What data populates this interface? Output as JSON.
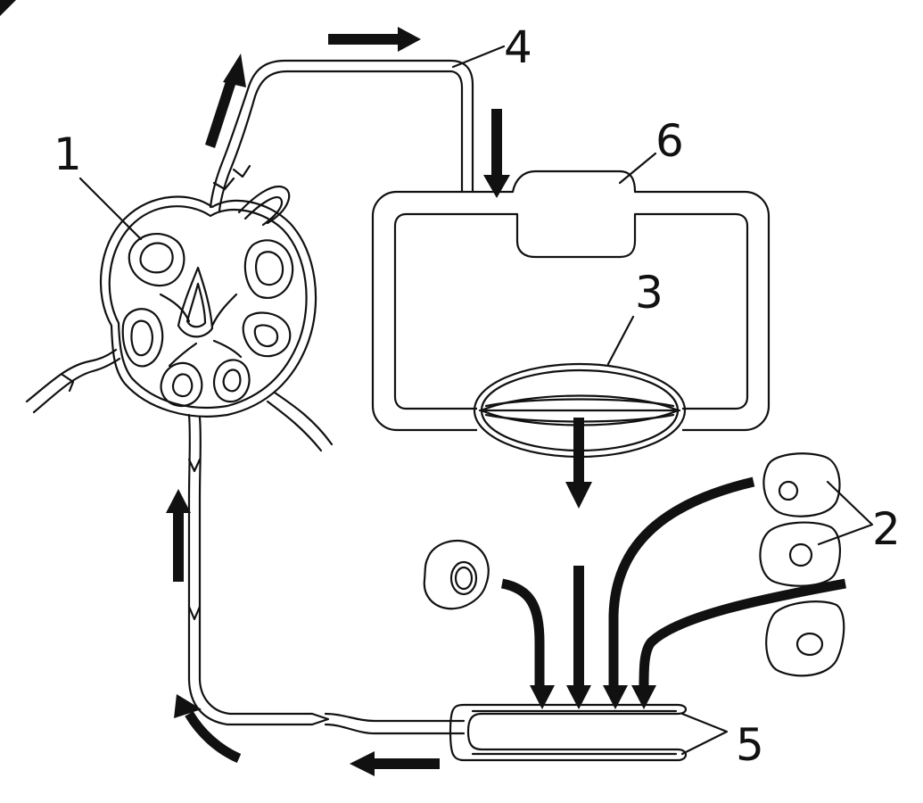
{
  "diagram": {
    "labels": [
      "1",
      "2",
      "3",
      "4",
      "5",
      "6"
    ],
    "colors": {
      "ink": "#111111",
      "background": "#ffffff"
    }
  }
}
